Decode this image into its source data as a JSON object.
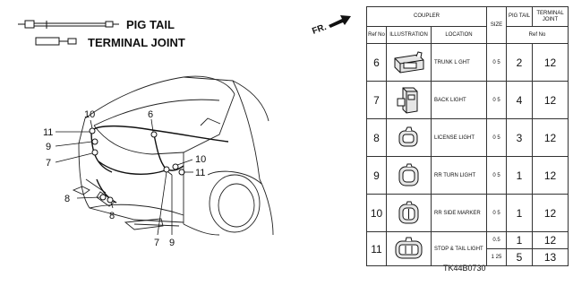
{
  "legend": {
    "pig_tail": "PIG TAIL",
    "terminal_joint": "TERMINAL JOINT"
  },
  "direction_label": "FR.",
  "callouts": [
    "11",
    "10",
    "9",
    "7",
    "6",
    "8",
    "8",
    "10",
    "11",
    "7",
    "9"
  ],
  "table": {
    "title": "COUPLER",
    "col_ref": "Ref No",
    "col_illustration": "ILLUSTRATION",
    "col_location": "LOCATION",
    "col_size": "SIZE",
    "col_pig_tail": "PIG TAIL",
    "col_terminal_joint": "TERMINAL JOINT",
    "col_ref_no": "Ref No",
    "rows": [
      {
        "ref": "6",
        "location": "TRUNK L GHT",
        "size": "0 5",
        "pig": "2",
        "term": "12"
      },
      {
        "ref": "7",
        "location": "BACK LIGHT",
        "size": "0 5",
        "pig": "4",
        "term": "12"
      },
      {
        "ref": "8",
        "location": "LICENSE LIGHT",
        "size": "0 5",
        "pig": "3",
        "term": "12"
      },
      {
        "ref": "9",
        "location": "RR TURN LIGHT",
        "size": "0 5",
        "pig": "1",
        "term": "12"
      },
      {
        "ref": "10",
        "location": "RR SIDE MARKER",
        "size": "0 5",
        "pig": "1",
        "term": "12"
      },
      {
        "ref": "11",
        "location": "STOP & TAIL LIGHT",
        "size": "0.5",
        "pig": "1",
        "term": "12",
        "size2": "1 25",
        "pig2": "5",
        "term2": "13"
      }
    ]
  },
  "part_code": "TK44B0730"
}
